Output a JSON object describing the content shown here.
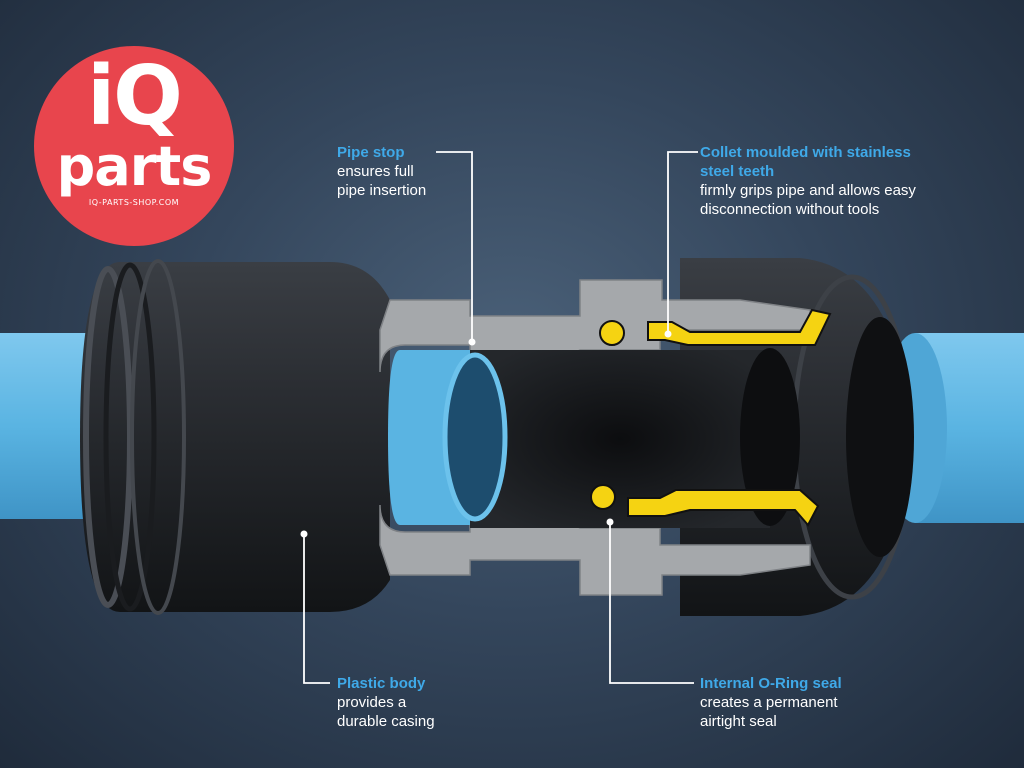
{
  "logo": {
    "brand_top": "iQ",
    "brand_bottom": "parts",
    "url": "IQ-PARTS-SHOP.COM"
  },
  "callouts": {
    "pipe_stop": {
      "title": "Pipe stop",
      "desc": "ensures full\npipe insertion"
    },
    "collet": {
      "title": "Collet moulded with stainless\nsteel teeth",
      "desc": "firmly grips pipe and allows easy\ndisconnection without tools"
    },
    "body": {
      "title": "Plastic body",
      "desc": "provides a\ndurable casing"
    },
    "oring": {
      "title": "Internal O-Ring seal",
      "desc": "creates a permanent\nairtight seal"
    }
  },
  "colors": {
    "accent": "#3fa9e8",
    "logo_red": "#e8454d",
    "pipe_blue": "#5ab4e2",
    "collet_yellow": "#f5d312",
    "section_grey": "#a5a8ab"
  }
}
